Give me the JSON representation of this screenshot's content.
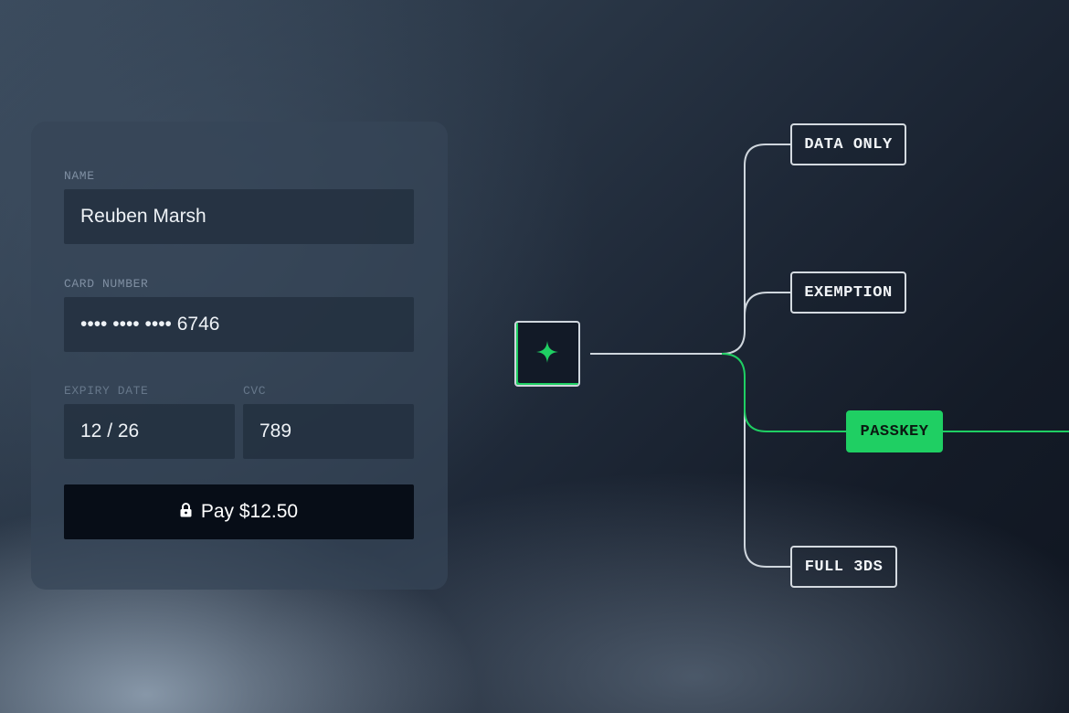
{
  "payment_form": {
    "name_label": "NAME",
    "name_value": "Reuben Marsh",
    "card_number_label": "CARD NUMBER",
    "card_number_value": "•••• •••• •••• 6746",
    "expiry_label": "EXPIRY DATE",
    "expiry_value": "12 / 26",
    "cvc_label": "CVC",
    "cvc_value": "789",
    "pay_button_label": "Pay $12.50",
    "pay_button_icon": "lock-icon"
  },
  "flow": {
    "source_icon": "sparkle-icon",
    "options": [
      {
        "label": "DATA ONLY",
        "active": false
      },
      {
        "label": "EXEMPTION",
        "active": false
      },
      {
        "label": "PASSKEY",
        "active": true
      },
      {
        "label": "FULL 3DS",
        "active": false
      }
    ]
  },
  "colors": {
    "accent_green": "#1fcf63",
    "button_dark": "#070d17",
    "line_light": "#cfd6dd"
  }
}
